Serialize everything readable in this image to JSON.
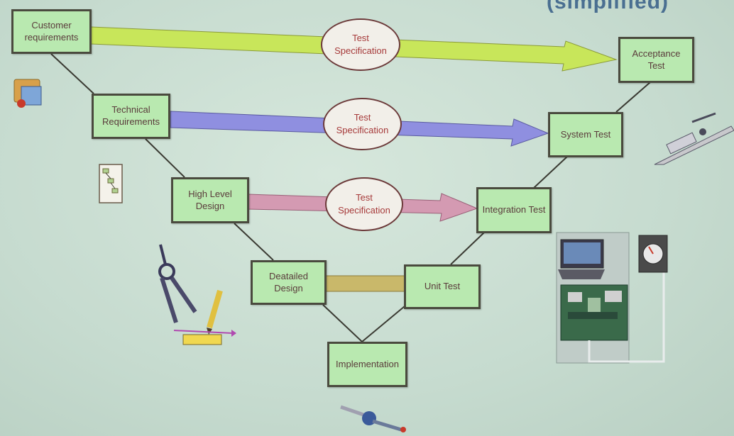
{
  "title_fragment": "(simplified)",
  "boxes": {
    "customer_requirements": "Customer\nrequirements",
    "technical_requirements": "Technical\nRequirements",
    "high_level_design": "High Level\nDesign",
    "detailed_design": "Deatailed\nDesign",
    "implementation": "Implementation",
    "unit_test": "Unit Test",
    "integration_test": "Integration Test",
    "system_test": "System Test",
    "acceptance_test": "Acceptance\nTest"
  },
  "ovals": {
    "test_spec_1": "Test\nSpecification",
    "test_spec_2": "Test\nSpecification",
    "test_spec_3": "Test\nSpecification"
  },
  "colors": {
    "box_fill": "#b9e9b0",
    "arrow_1": "#c8e65a",
    "arrow_2": "#8f8fe0",
    "arrow_3": "#d49ab2",
    "bar_4": "#c9b86a",
    "oval_text": "#a63a3a"
  },
  "icons": {
    "folder_icon": "folder-with-documents",
    "flowchart_icon": "flowchart-document",
    "drafting_tools_icon": "compass-ruler-pencil",
    "airplane_icon": "airplane",
    "hardware_icon": "laptop-and-circuit-board",
    "gauge_icon": "instrument-gauge",
    "tool_icon": "hand-tool"
  }
}
